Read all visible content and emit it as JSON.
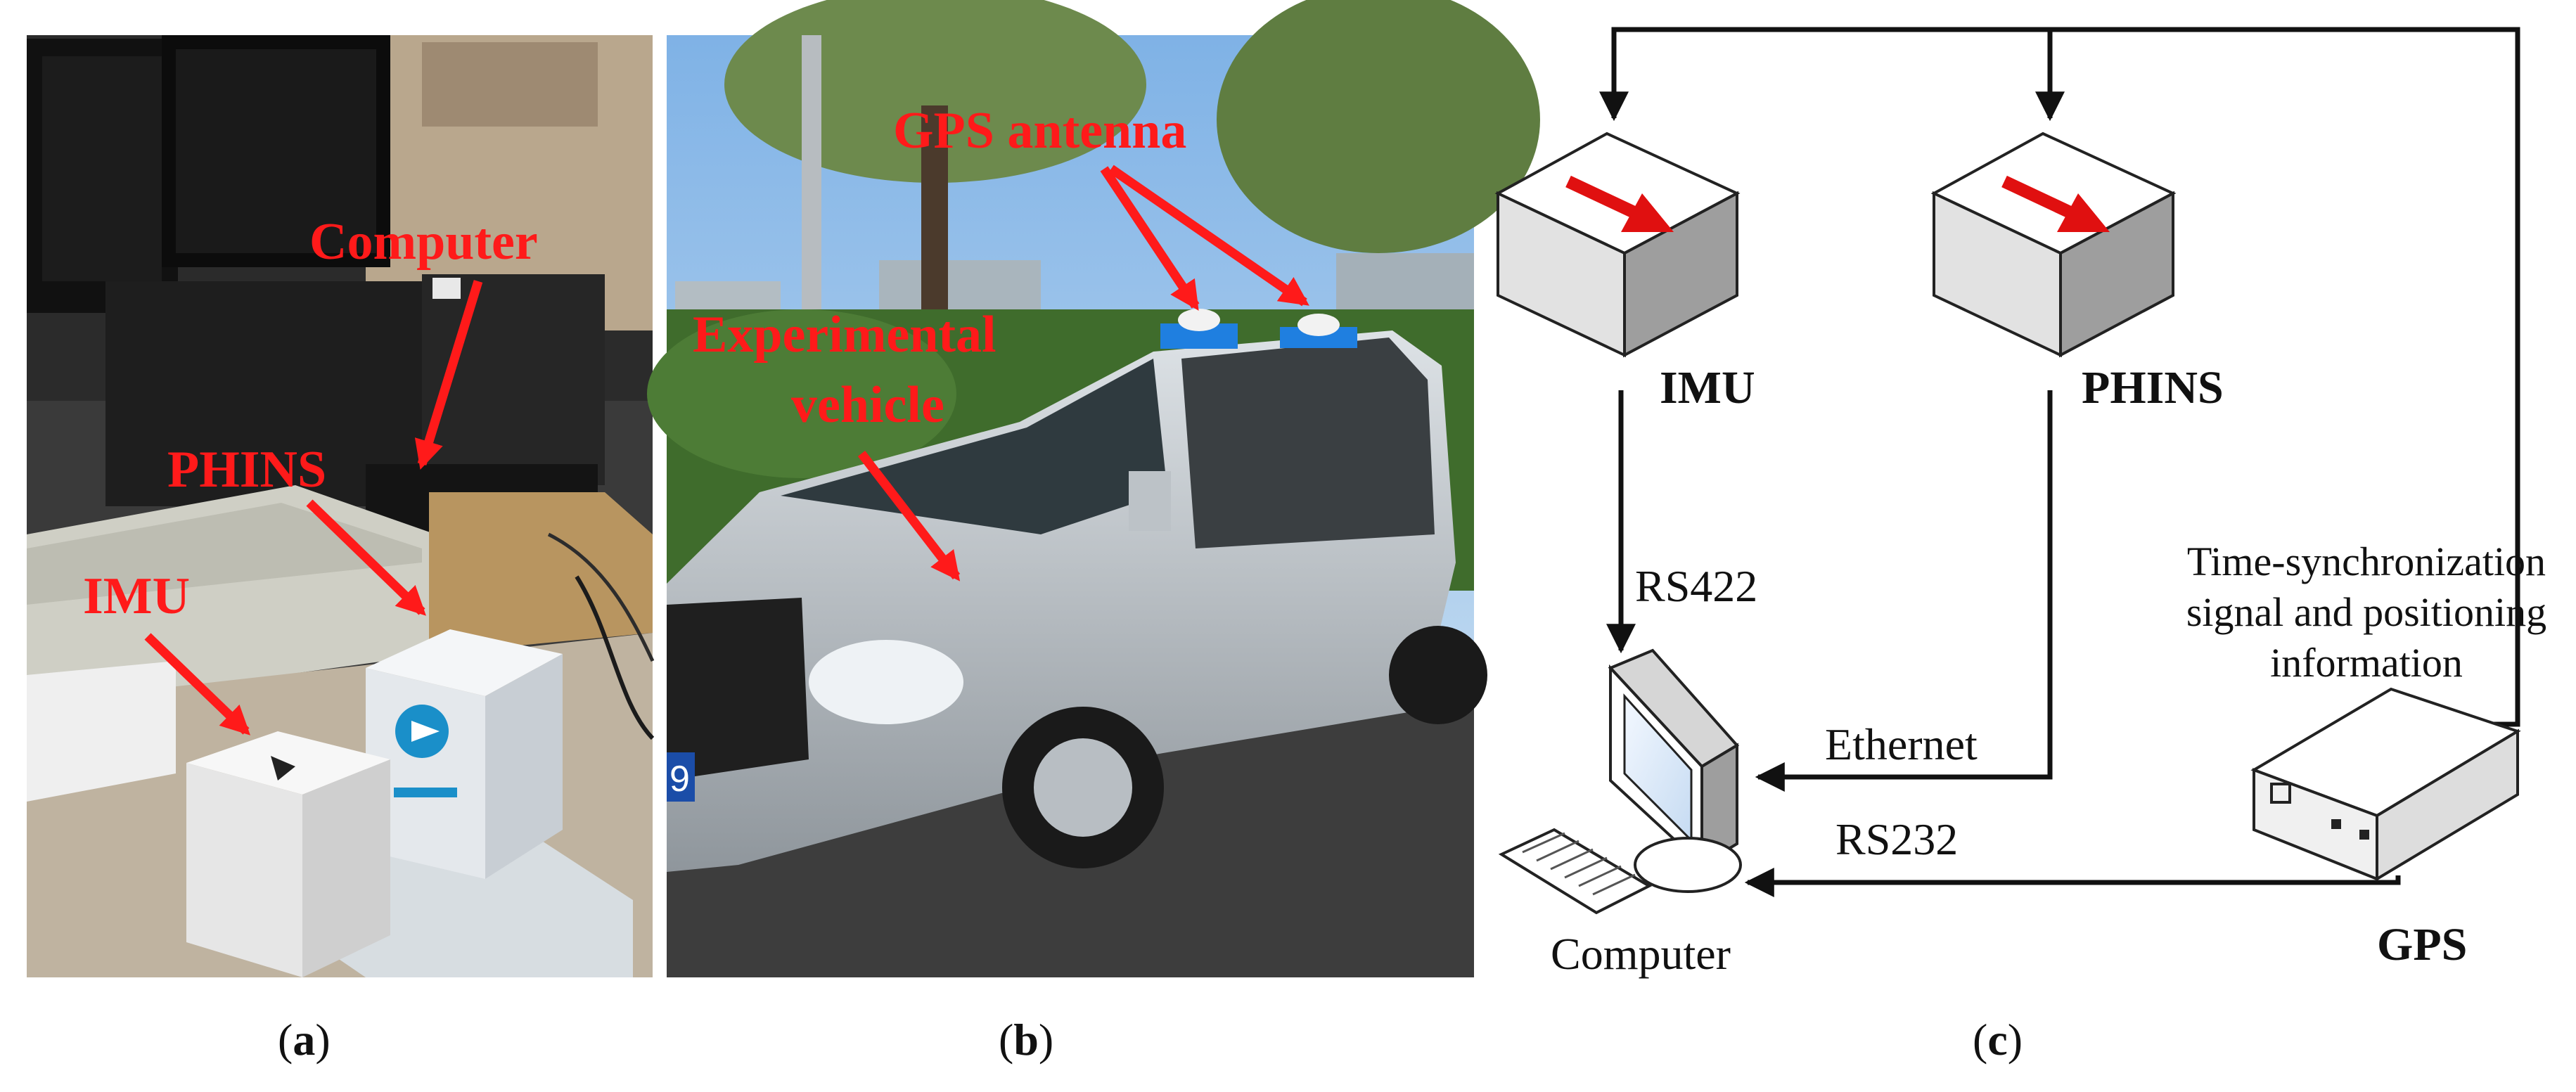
{
  "panel_a": {
    "caption_open": "(",
    "caption_letter": "a",
    "caption_close": ")",
    "labels": {
      "computer": "Computer",
      "phins": "PHINS",
      "imu": "IMU"
    }
  },
  "panel_b": {
    "caption_open": "(",
    "caption_letter": "b",
    "caption_close": ")",
    "labels": {
      "gps_antenna": "GPS antenna",
      "vehicle_line1": "Experimental",
      "vehicle_line2": "vehicle"
    },
    "plate_fragment": "9"
  },
  "panel_c": {
    "caption_open": "(",
    "caption_letter": "c",
    "caption_close": ")",
    "nodes": {
      "imu": "IMU",
      "phins": "PHINS",
      "gps": "GPS",
      "computer": "Computer"
    },
    "links": {
      "rs422": "RS422",
      "ethernet": "Ethernet",
      "rs232": "RS232",
      "sync_line1": "Time-synchronization",
      "sync_line2": "signal and positioning",
      "sync_line3": "information"
    }
  },
  "colors": {
    "label_red": "#ff1a1a",
    "line": "#111111",
    "device_arrow": "#e01010"
  }
}
